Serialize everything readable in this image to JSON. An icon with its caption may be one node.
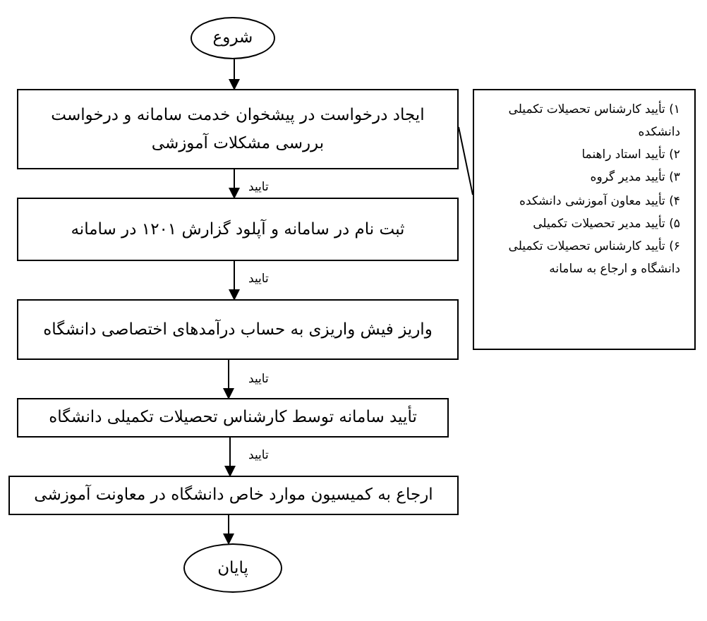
{
  "diagram": {
    "nodes": [
      {
        "text": [
          "شروع"
        ]
      },
      {
        "text": [
          "ایجاد درخواست در پیشخوان خدمت سامانه و درخواست بررسی مشکلات آموزشی"
        ]
      },
      {
        "text": [
          "۱) تأیید کارشناس تحصیلات تکمیلی دانشکده",
          "۲) تأیید استاد راهنما",
          "۳) تأیید مدیر گروه",
          "۴) تأیید معاون آموزشی دانشکده",
          "۵) تأیید مدیر تحصیلات تکمیلی",
          "۶) تأیید کارشناس تحصیلات تکمیلی دانشگاه و ارجاع به سامانه"
        ]
      },
      {
        "text": [
          "ثبت نام در سامانه و آپلود گزارش ۱۲۰۱ در سامانه"
        ]
      },
      {
        "text": [
          "واریز فیش واریزی به حساب درآمدهای اختصاصی دانشگاه"
        ]
      },
      {
        "text": [
          "تأیید سامانه توسط کارشناس تحصیلات تکمیلی دانشگاه"
        ]
      },
      {
        "text": [
          "ارجاع به کمیسیون موارد خاص دانشگاه در معاونت آموزشی"
        ]
      },
      {
        "text": [
          "پایان"
        ]
      }
    ],
    "edges": [
      {
        "from": 0,
        "to": 1,
        "arrow": "to"
      },
      {
        "from": 1,
        "to": 3,
        "arrow": "to",
        "label": "تایید"
      },
      {
        "from": 3,
        "to": 4,
        "arrow": "to",
        "label": "تایید"
      },
      {
        "from": 4,
        "to": 5,
        "arrow": "to",
        "label": "تایید"
      },
      {
        "from": 5,
        "to": 6,
        "arrow": "to",
        "label": "تایید"
      },
      {
        "from": 6,
        "to": 7,
        "arrow": "to"
      },
      {
        "from": 1,
        "to": 2,
        "arrow": "none"
      }
    ]
  }
}
